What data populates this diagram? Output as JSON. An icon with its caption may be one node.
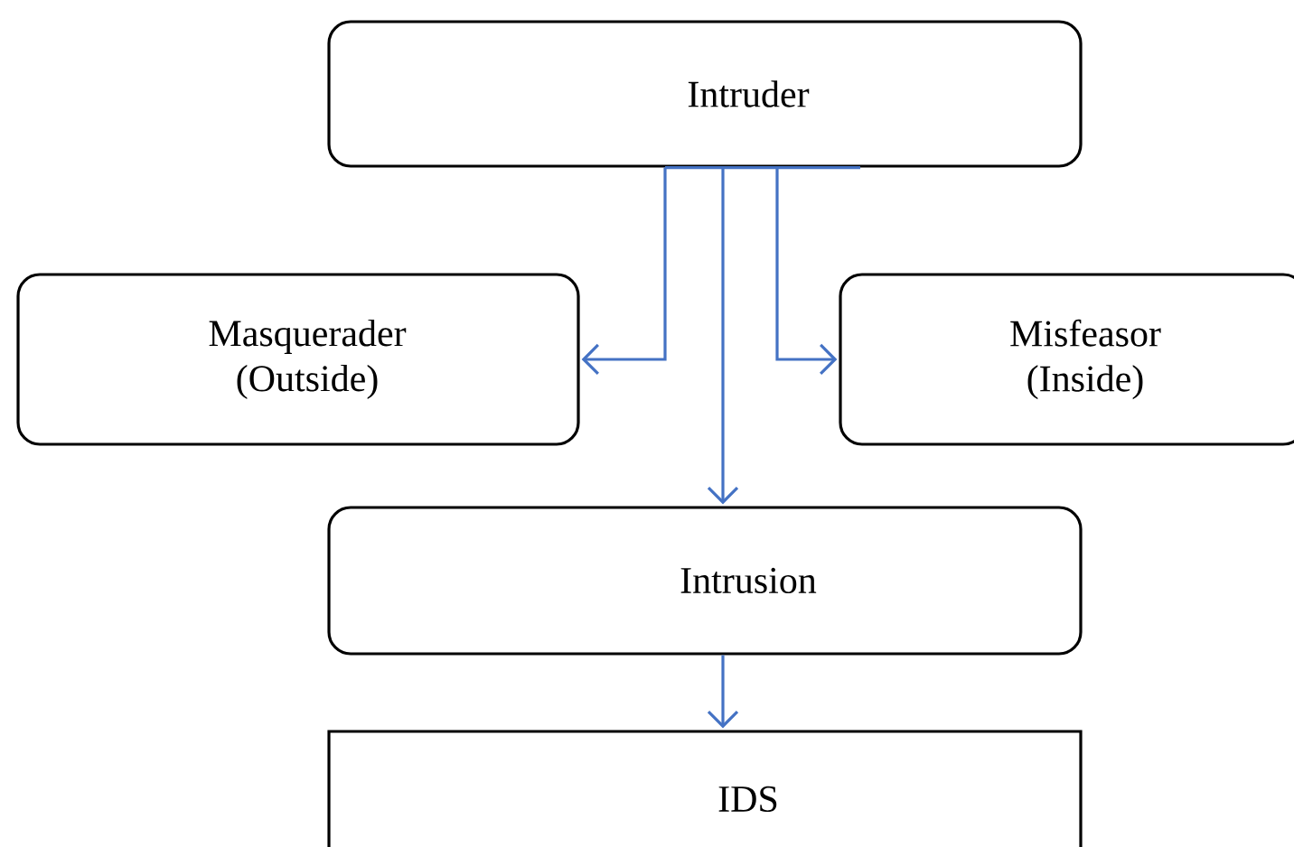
{
  "diagram": {
    "nodes": [
      {
        "text": [
          "Intruder"
        ]
      },
      {
        "text": [
          "Masquerader (Outside)"
        ]
      },
      {
        "text": [
          "Misfeasor (Inside)"
        ]
      },
      {
        "text": [
          "Intrusion"
        ]
      },
      {
        "text": [
          "IDS"
        ]
      }
    ],
    "edges": [
      {
        "from": 0,
        "to": 1,
        "arrow": "to"
      },
      {
        "from": 0,
        "to": 3,
        "arrow": "to"
      },
      {
        "from": 0,
        "to": 2,
        "arrow": "to"
      },
      {
        "from": 3,
        "to": 4,
        "arrow": "to"
      }
    ]
  }
}
